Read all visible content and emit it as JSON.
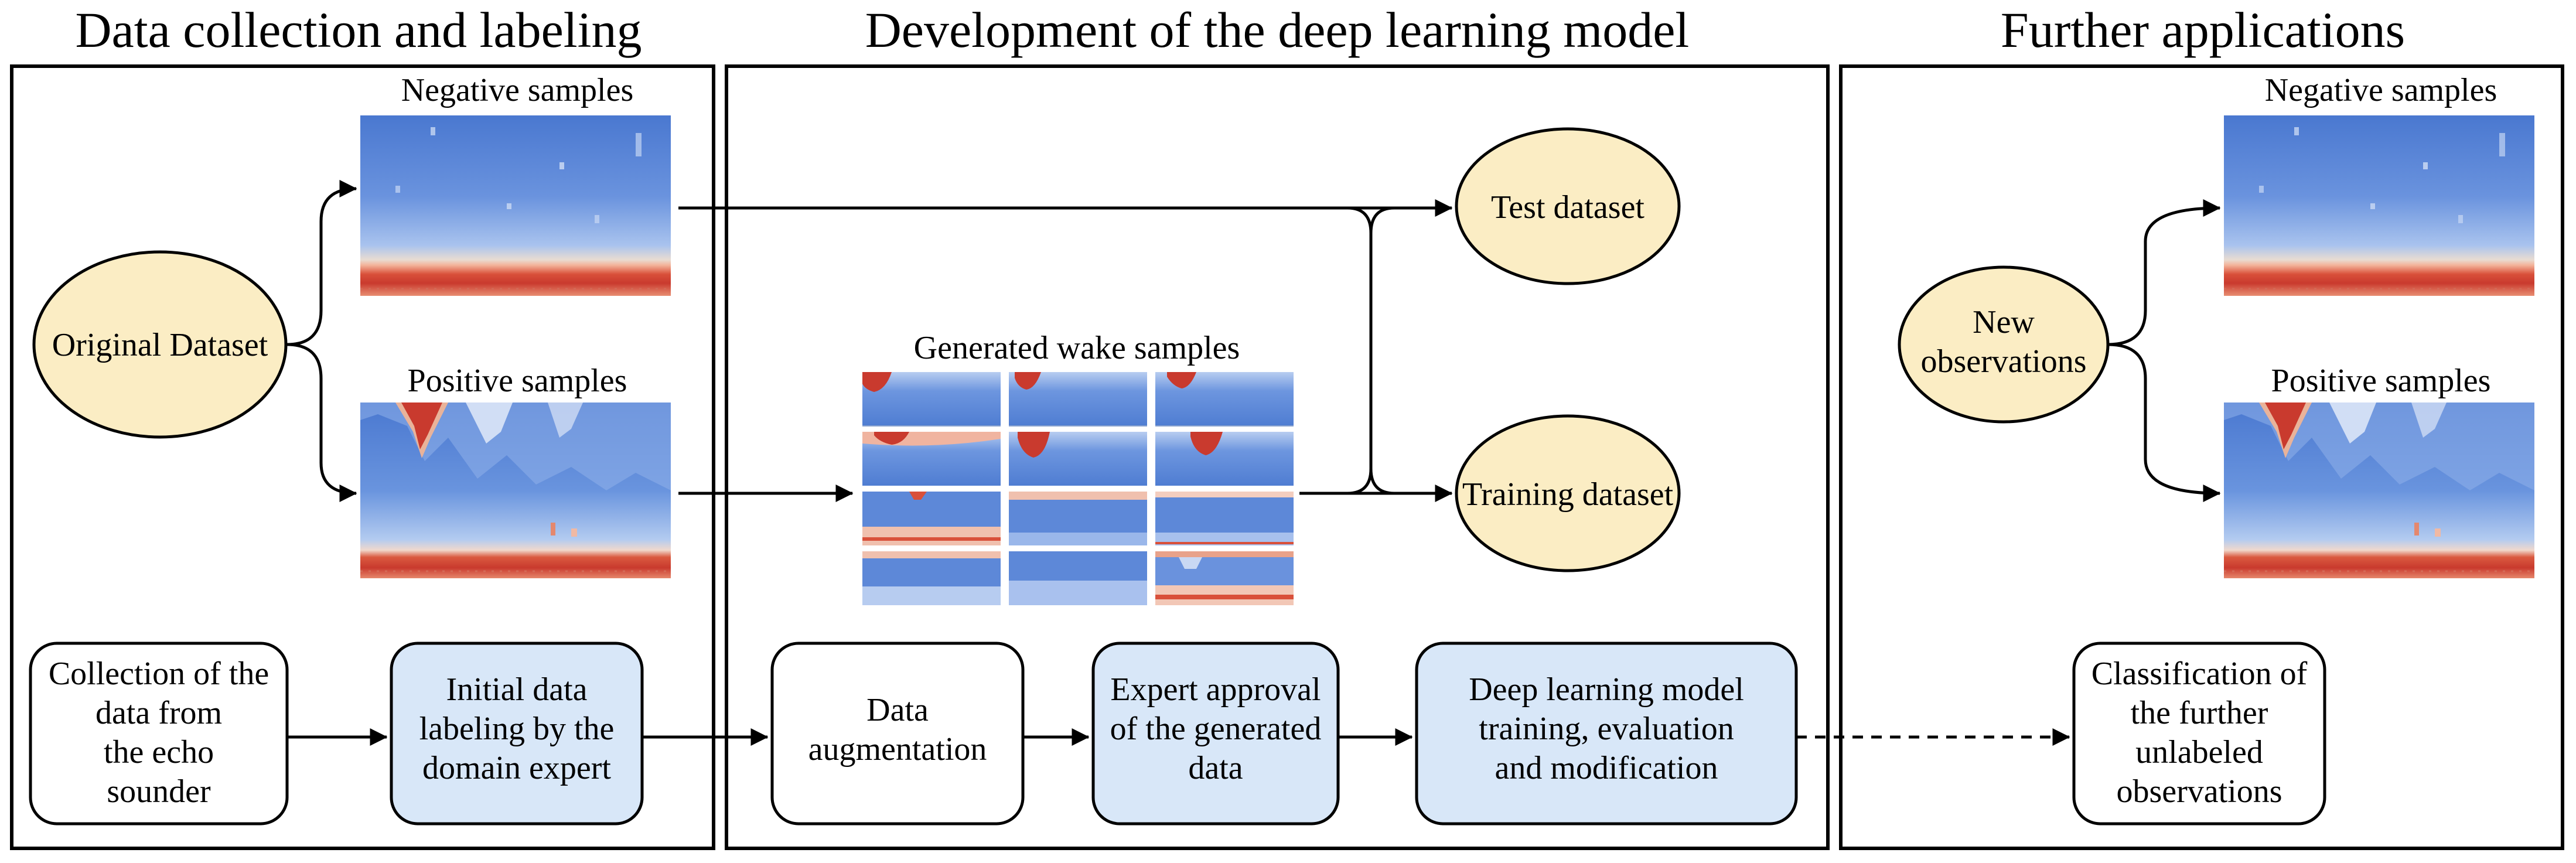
{
  "panels": {
    "left_title": "Data collection and labeling",
    "middle_title": "Development of the deep learning model",
    "right_title": "Further applications"
  },
  "left": {
    "original_dataset": "Original Dataset",
    "negative_caption": "Negative samples",
    "positive_caption": "Positive samples",
    "collection": [
      "Collection of the",
      "data from",
      "the echo",
      "sounder"
    ],
    "labeling": [
      "Initial data",
      "labeling by the",
      "domain expert"
    ]
  },
  "middle": {
    "generated_caption": "Generated wake samples",
    "test_dataset": "Test dataset",
    "training_dataset": "Training dataset",
    "augmentation": [
      "Data",
      "augmentation"
    ],
    "approval": [
      "Expert approval",
      "of the generated",
      "data"
    ],
    "training": [
      "Deep learning model",
      "training, evaluation",
      "and modification"
    ]
  },
  "right": {
    "new_observations": [
      "New",
      "observations"
    ],
    "negative_caption": "Negative samples",
    "positive_caption": "Positive samples",
    "classification": [
      "Classification of",
      "the further",
      "unlabeled",
      "observations"
    ]
  },
  "colors": {
    "dataset_ellipse": "#fbedc4",
    "process_box_highlight": "#d8e7f8",
    "echogram_water": "#5b85d6",
    "echogram_seabed": "#c8372c"
  }
}
